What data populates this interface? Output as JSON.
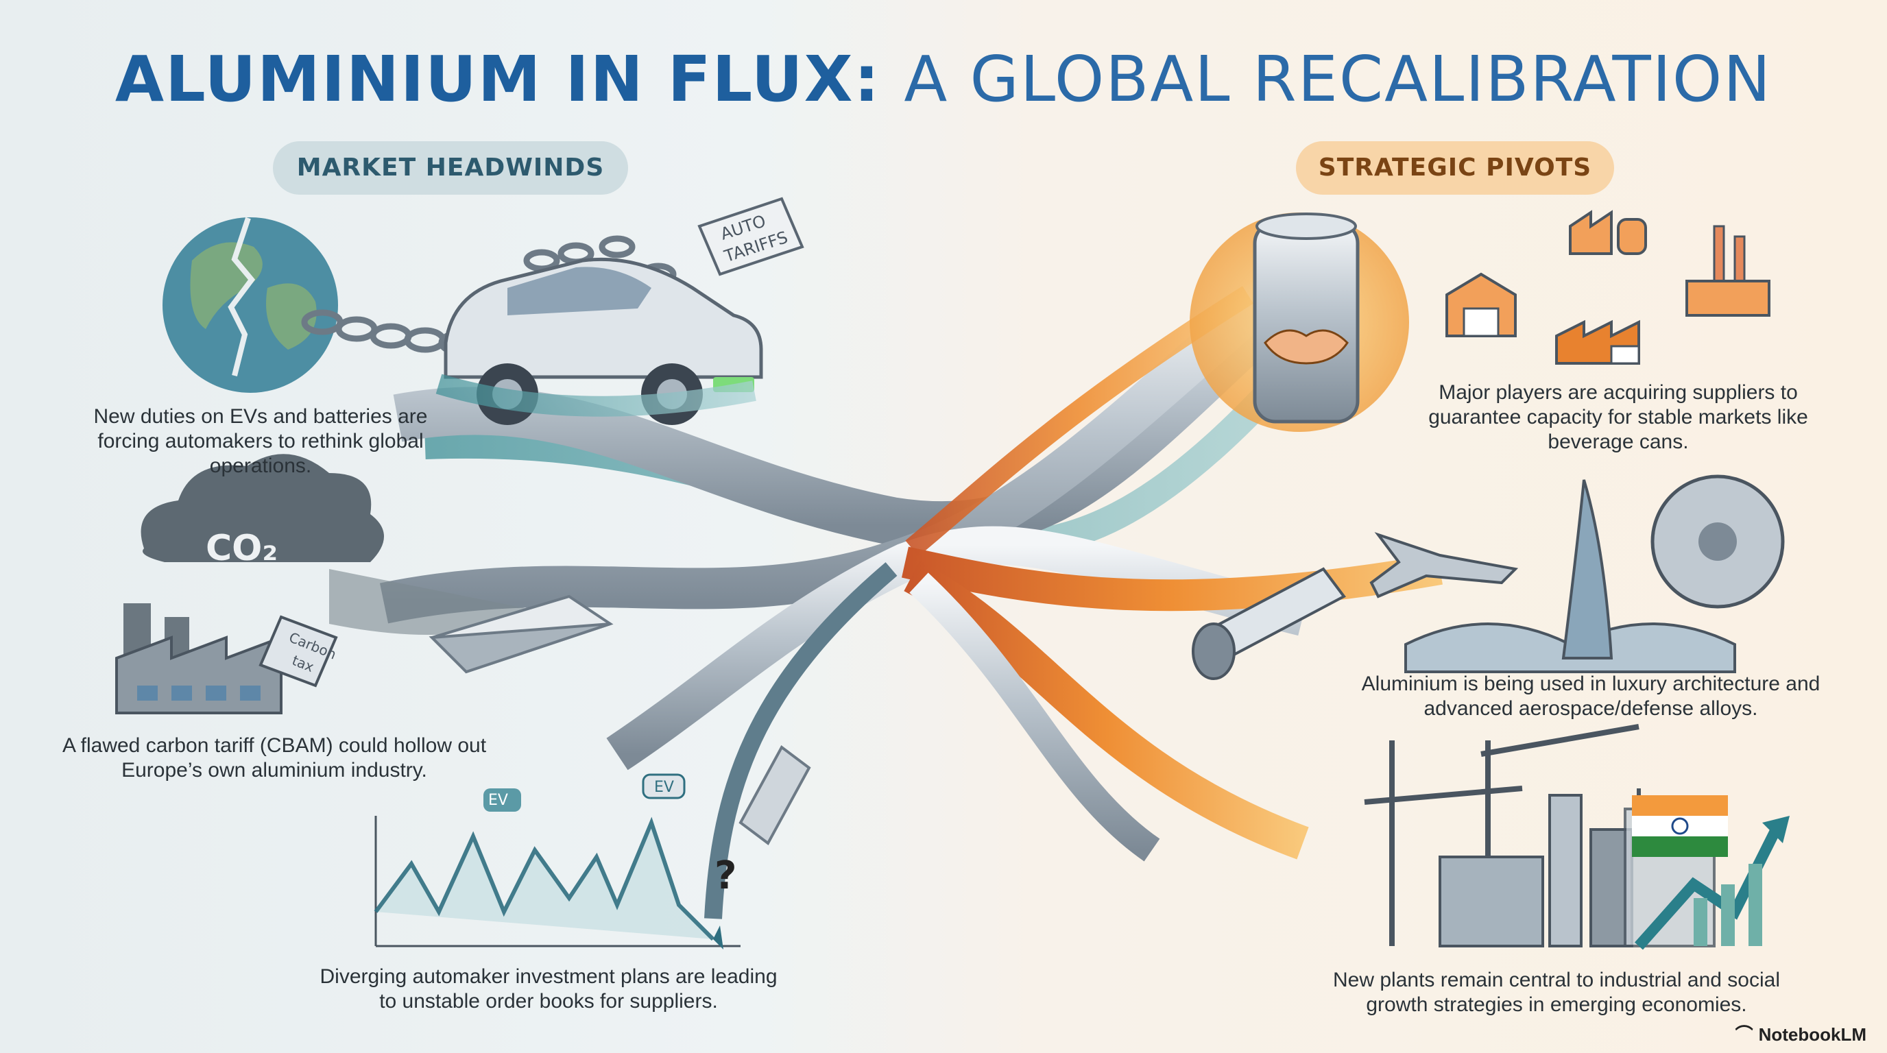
{
  "title": {
    "part1": "ALUMINIUM IN FLUX:",
    "part2": "A GLOBAL RECALIBRATION"
  },
  "sections": {
    "left_header": "MARKET HEADWINDS",
    "right_header": "STRATEGIC PIVOTS"
  },
  "captions": {
    "ev_duties": "New duties on EVs and batteries are forcing automakers to rethink global operations.",
    "cbam": "A flawed carbon tariff (CBAM) could hollow out Europe’s own aluminium industry.",
    "orders": "Diverging automaker investment plans are leading to unstable order books for suppliers.",
    "acquisitions": "Major players are acquiring suppliers to guarantee capacity for stable markets like beverage cans.",
    "luxury": "Aluminium is being used in luxury architecture and advanced aerospace/defense alloys.",
    "plants": "New plants remain central to industrial and social growth strategies in emerging economies."
  },
  "tags": {
    "auto_tariffs_1": "AUTO",
    "auto_tariffs_2": "TARIFFS",
    "co2": "CO₂",
    "carbon_tax_1": "Carbon",
    "carbon_tax_2": "tax",
    "ev_1": "EV",
    "ev_2": "EV",
    "question": "?"
  },
  "brand": "NotebookLM",
  "colors": {
    "title": "#1e5f9e",
    "left_pill": "#cfdde1",
    "right_pill": "#f8d5a8",
    "silver": "#b9c3cc",
    "orange": "#e8822f",
    "teal": "#3e8f96"
  }
}
